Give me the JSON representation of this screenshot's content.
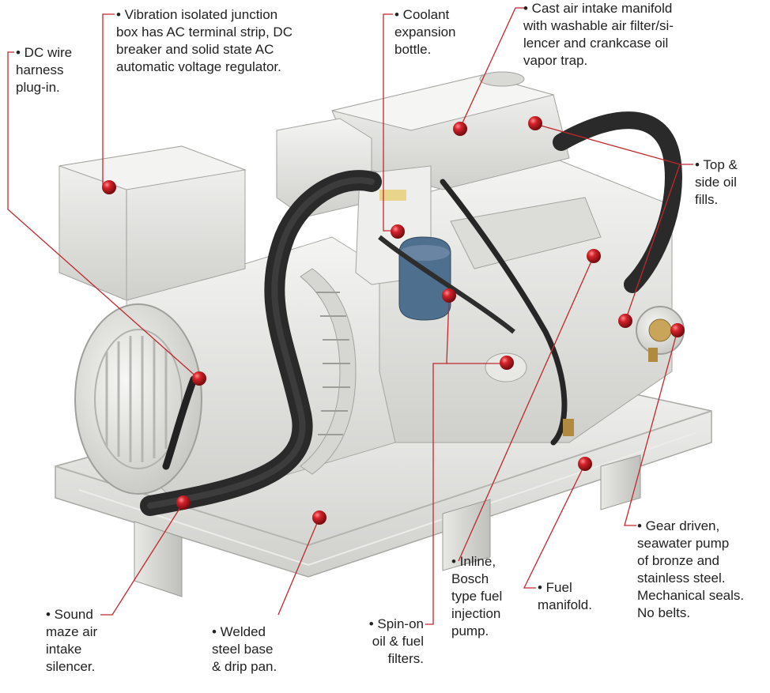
{
  "figure": {
    "leader_color": "#c0282d",
    "marker_color": "#b3141c",
    "labels": {
      "dc_wire": [
        "• DC wire",
        "harness",
        "plug-in."
      ],
      "junction_box": [
        "• Vibration isolated junction",
        "box has AC terminal strip, DC",
        "breaker and solid state AC",
        "automatic voltage regulator."
      ],
      "coolant": [
        "• Coolant",
        "expansion",
        "bottle."
      ],
      "air_intake": [
        "• Cast air intake manifold",
        "with washable air filter/si-",
        "lencer and crankcase oil",
        "vapor trap."
      ],
      "oil_fills": [
        "• Top &",
        "side oil",
        "fills."
      ],
      "sound_maze": [
        "• Sound",
        "maze air",
        "intake",
        "silencer."
      ],
      "welded_base": [
        "• Welded",
        "steel base",
        "& drip pan."
      ],
      "spin_on": [
        "• Spin-on",
        "oil & fuel",
        "filters."
      ],
      "inline_pump": [
        "• Inline,",
        "Bosch",
        "type fuel",
        "injection",
        "pump."
      ],
      "fuel_manifold": [
        "• Fuel",
        "manifold."
      ],
      "gear_driven": [
        "• Gear driven,",
        "seawater pump",
        "of bronze and",
        "stainless steel.",
        "Mechanical seals.",
        "No belts."
      ]
    }
  }
}
